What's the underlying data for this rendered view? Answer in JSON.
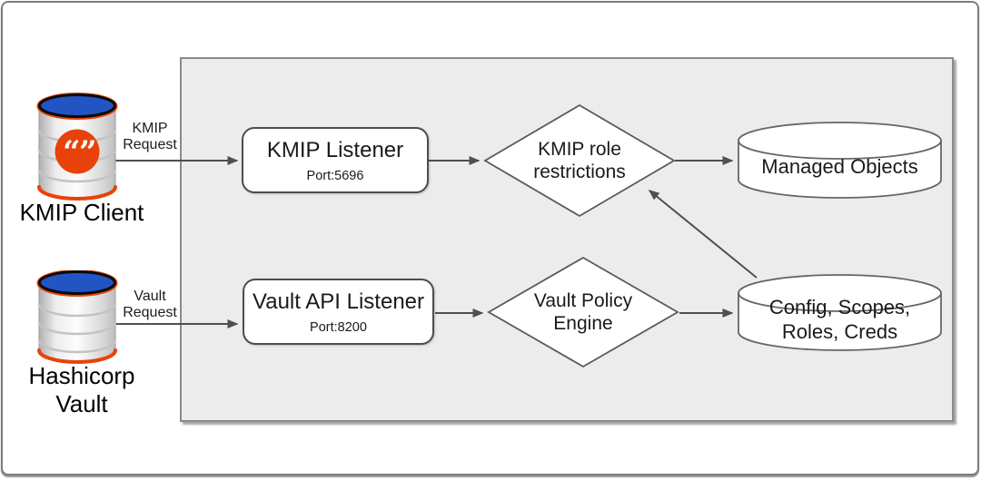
{
  "canvas": {
    "background": "#ffffff",
    "frame_border": "#7d7d7d"
  },
  "panel": {
    "background": "#ececec",
    "border": "#8a8a8a"
  },
  "colors": {
    "arrow": "#4f4f4f",
    "node_border": "#4d4d4d",
    "db_top_blue": "#2254c4",
    "db_rim_orange": "#e8420a",
    "logo_orange": "#e8420a",
    "text": "#1a1a1a"
  },
  "nodes": {
    "kmip_client": {
      "label": "KMIP Client"
    },
    "hashicorp_vault": {
      "label_line1": "Hashicorp",
      "label_line2": "Vault"
    },
    "kmip_listener": {
      "title": "KMIP Listener",
      "port": "Port:5696"
    },
    "vault_api_listener": {
      "title": "Vault API Listener",
      "port": "Port:8200"
    },
    "kmip_role_restrictions": {
      "line1": "KMIP role",
      "line2": "restrictions"
    },
    "vault_policy_engine": {
      "line1": "Vault Policy",
      "line2": "Engine"
    },
    "managed_objects": {
      "label": "Managed Objects"
    },
    "config_store": {
      "line1": "Config, Scopes,",
      "line2": "Roles, Creds"
    }
  },
  "edge_labels": {
    "kmip_request": {
      "line1": "KMIP",
      "line2": "Request"
    },
    "vault_request": {
      "line1": "Vault",
      "line2": "Request"
    }
  }
}
